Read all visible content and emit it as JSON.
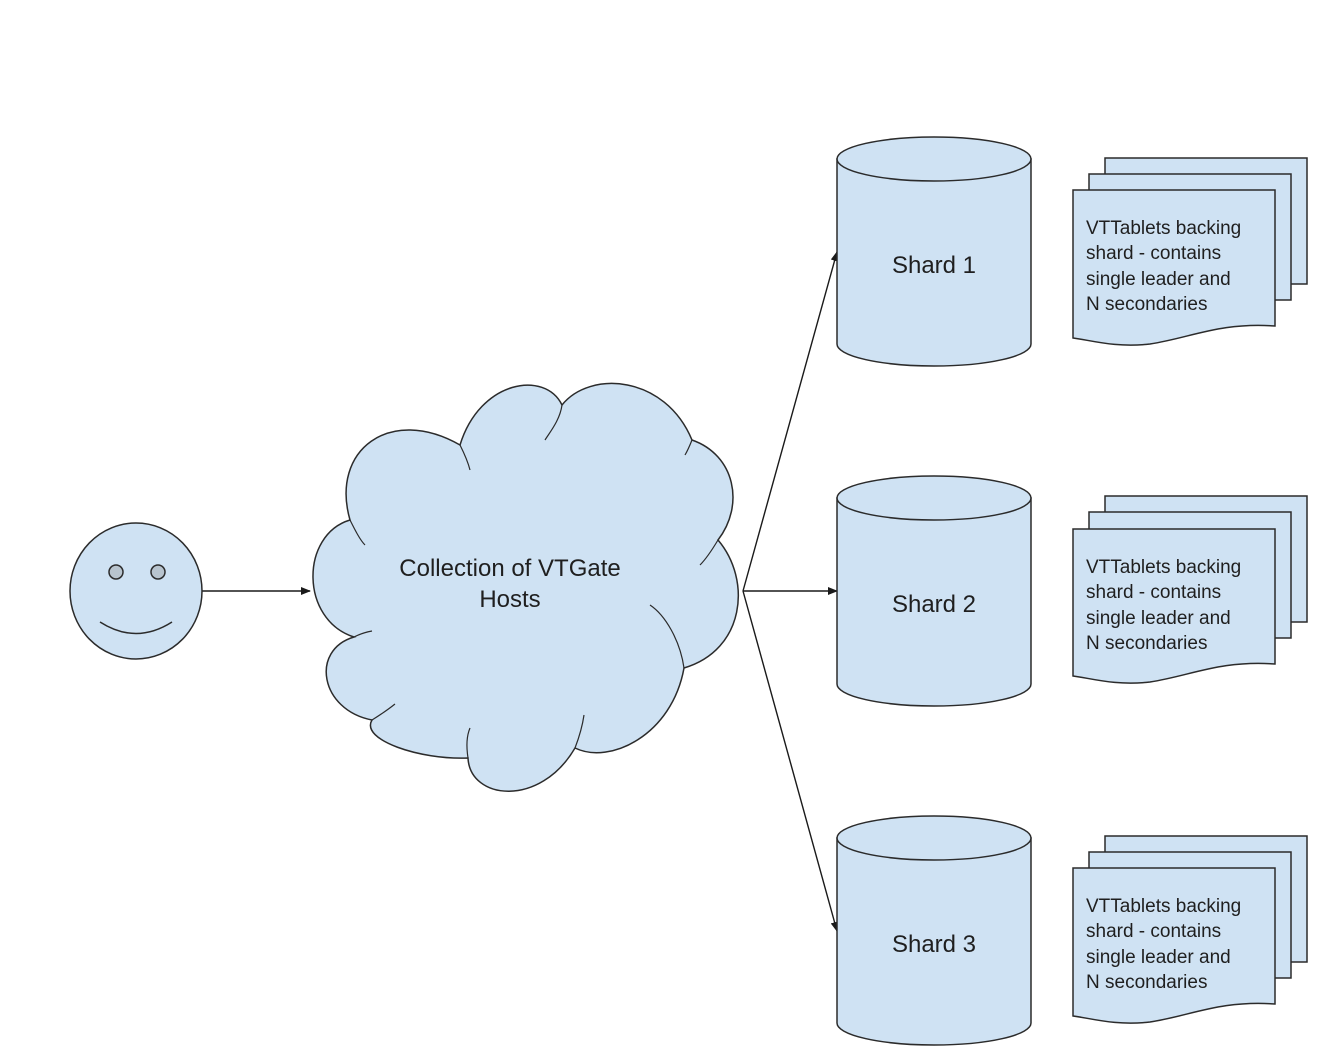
{
  "colors": {
    "fill": "#cfe2f3",
    "stroke": "#2b2b2b",
    "text": "#1f1f1f",
    "background": "#ffffff"
  },
  "user": {
    "icon": "smiley-face-icon"
  },
  "cloud": {
    "line1": "Collection of VTGate",
    "line2": "Hosts"
  },
  "shards": [
    {
      "label": "Shard 1",
      "tablets": [
        "VTTablets backing",
        "shard - contains",
        "single leader and",
        "N secondaries"
      ]
    },
    {
      "label": "Shard 2",
      "tablets": [
        "VTTablets backing",
        "shard - contains",
        "single leader and",
        "N secondaries"
      ]
    },
    {
      "label": "Shard 3",
      "tablets": [
        "VTTablets backing",
        "shard - contains",
        "single leader and",
        "N secondaries"
      ]
    }
  ]
}
